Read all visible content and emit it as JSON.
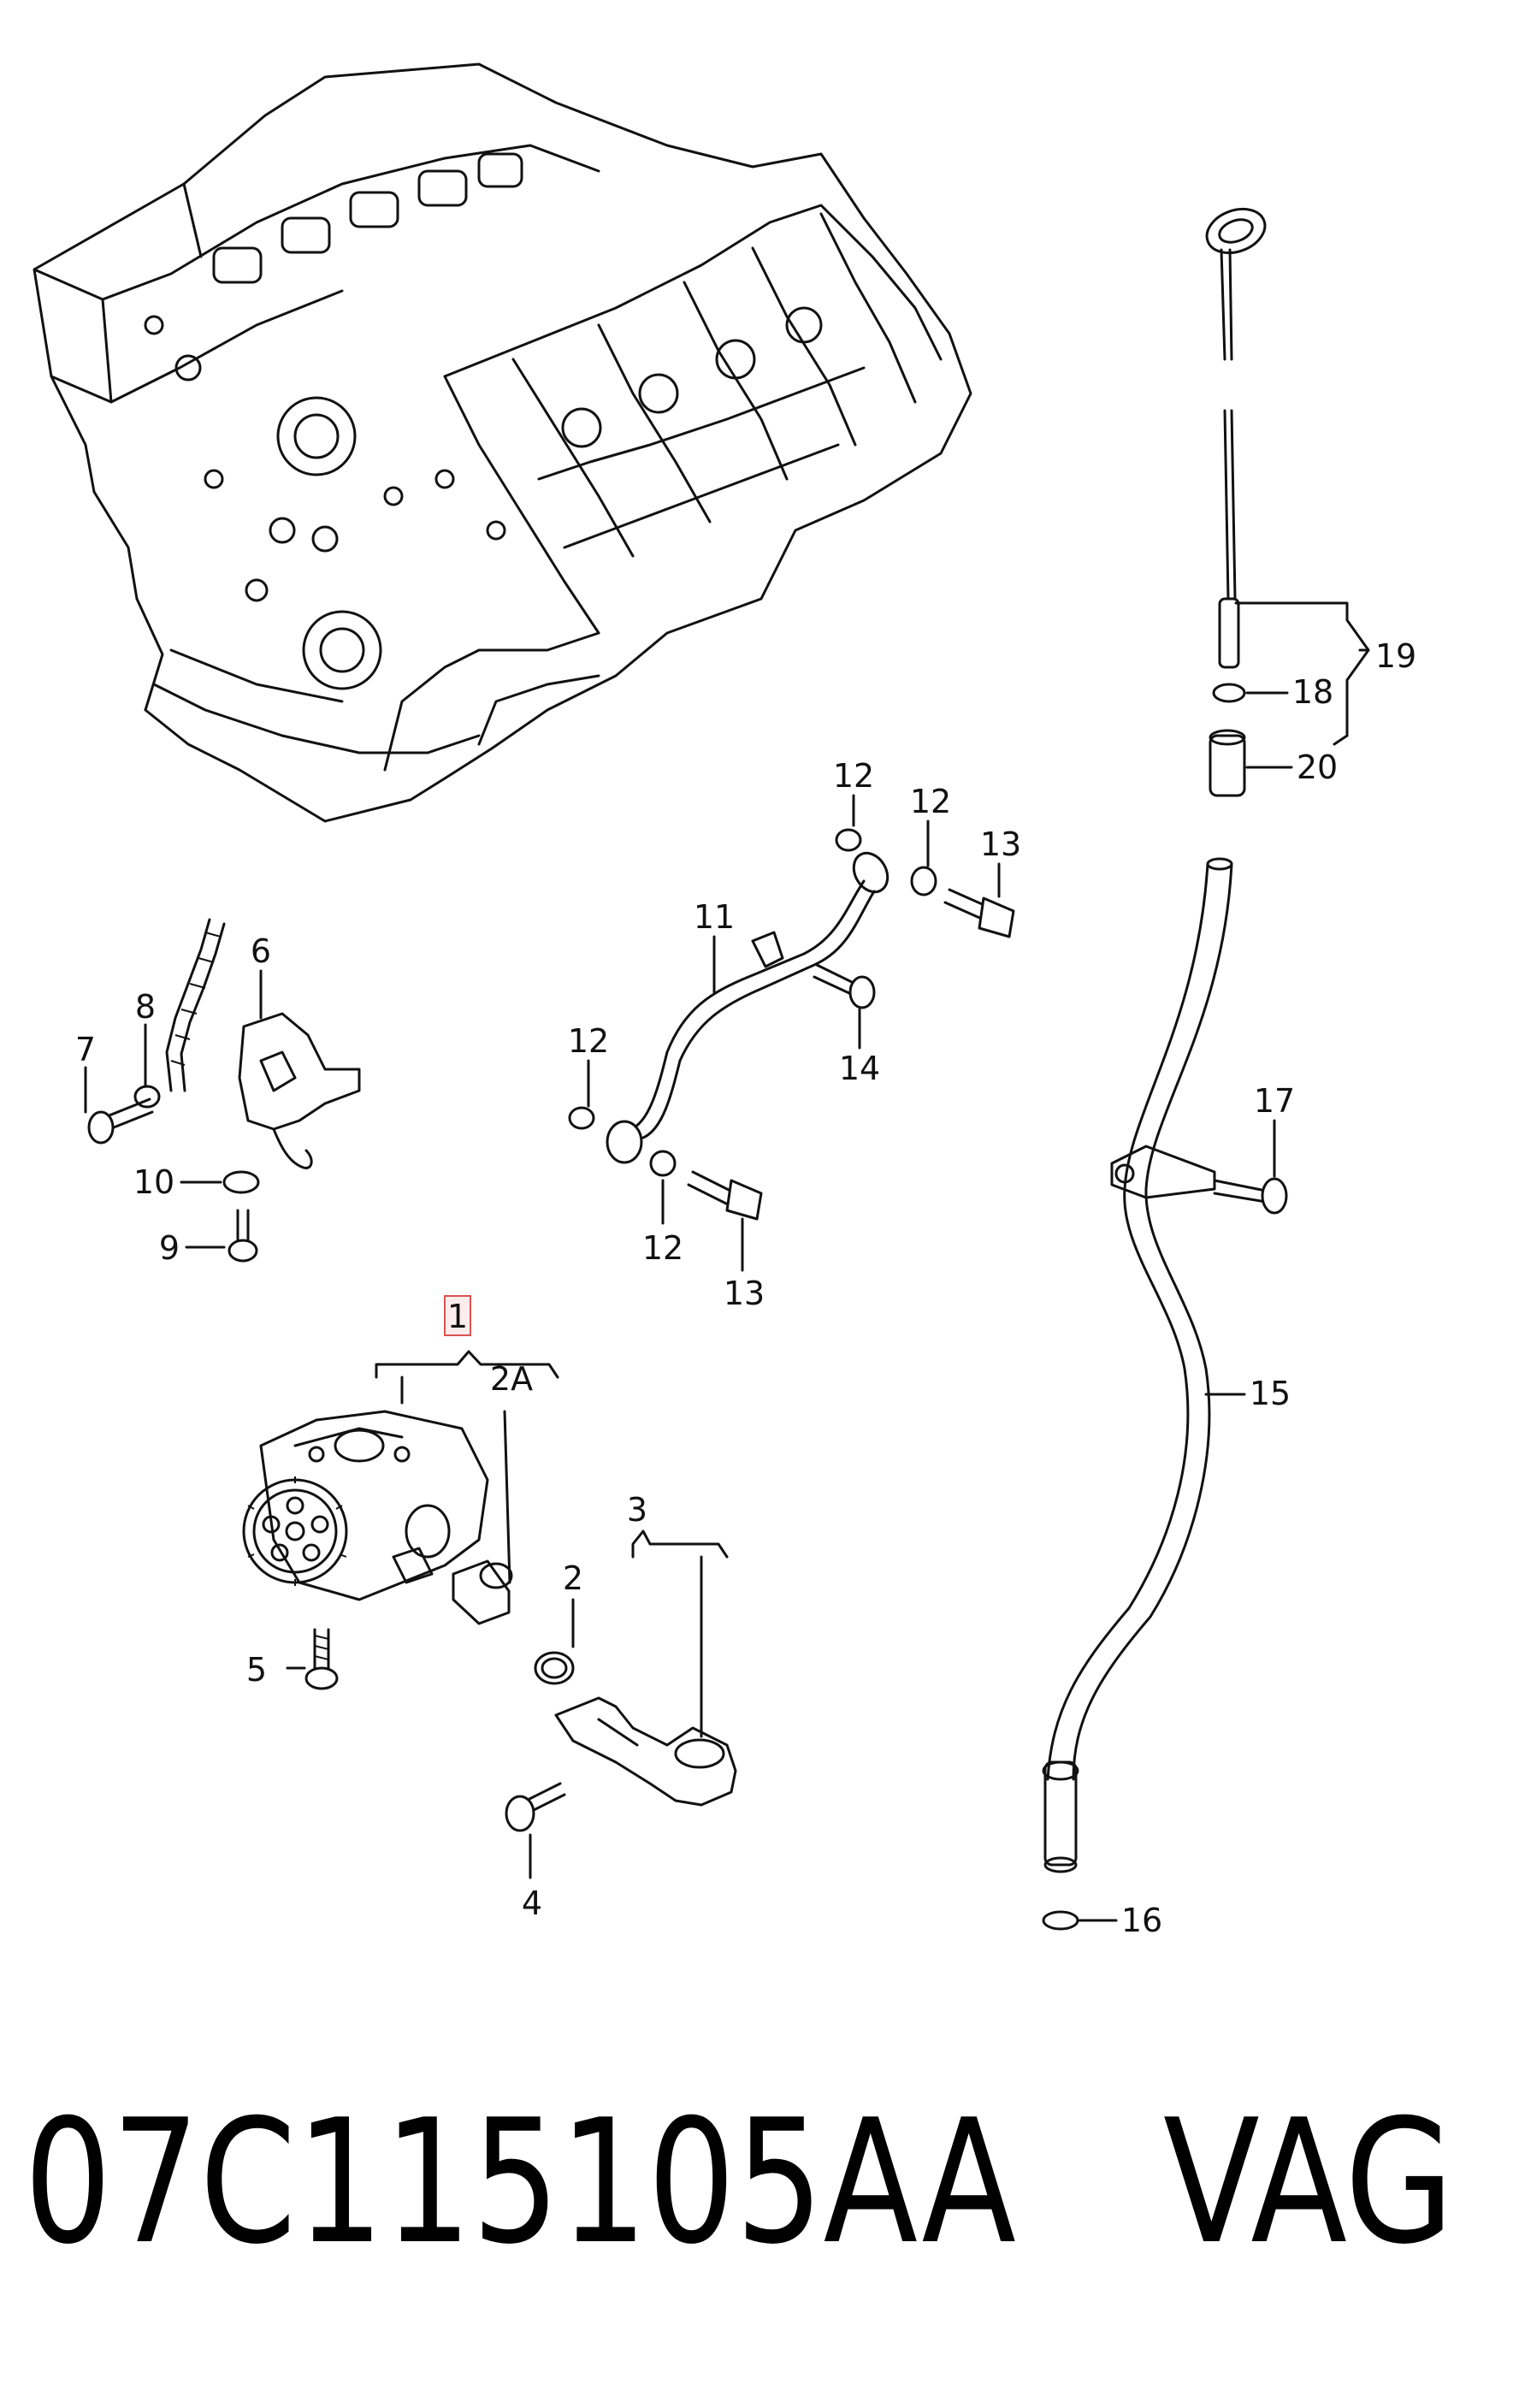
{
  "diagram": {
    "callouts": {
      "c1": "1",
      "c2": "2",
      "c2a": "2A",
      "c3": "3",
      "c4": "4",
      "c5": "5",
      "c6": "6",
      "c7": "7",
      "c8": "8",
      "c9": "9",
      "c10": "10",
      "c11": "11",
      "c12a": "12",
      "c12b": "12",
      "c12c": "12",
      "c12d": "12",
      "c13a": "13",
      "c13b": "13",
      "c14": "14",
      "c15": "15",
      "c16": "16",
      "c17": "17",
      "c18": "18",
      "c19": "19",
      "c20": "20"
    },
    "highlighted_callout": "1",
    "highlight_color": "#d9534f"
  },
  "footer": {
    "part_number": "07C115105AA",
    "brand": "VAG"
  }
}
